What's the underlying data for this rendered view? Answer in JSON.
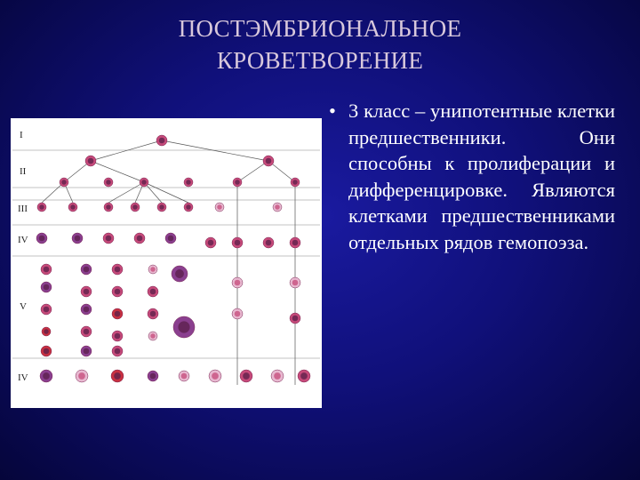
{
  "slide": {
    "title_line1": "ПОСТЭМБРИОНАЛЬНОЕ",
    "title_line2": "КРОВЕТВОРЕНИЕ",
    "bullet_symbol": "•",
    "body": "3 класс – унипотентные клетки предшественники. Они способны к пролиферации и дифференцировке. Являются клетками предшественниками отдельных рядов гемопоэза."
  },
  "figure": {
    "row_labels": [
      "I",
      "II",
      "III",
      "IV",
      "V",
      "IV"
    ],
    "colors": {
      "cell_pink": "#c64a7a",
      "cell_purple": "#8a3f8f",
      "cell_red": "#c83040",
      "cell_light": "#e8b8d0",
      "line": "#555555"
    }
  }
}
